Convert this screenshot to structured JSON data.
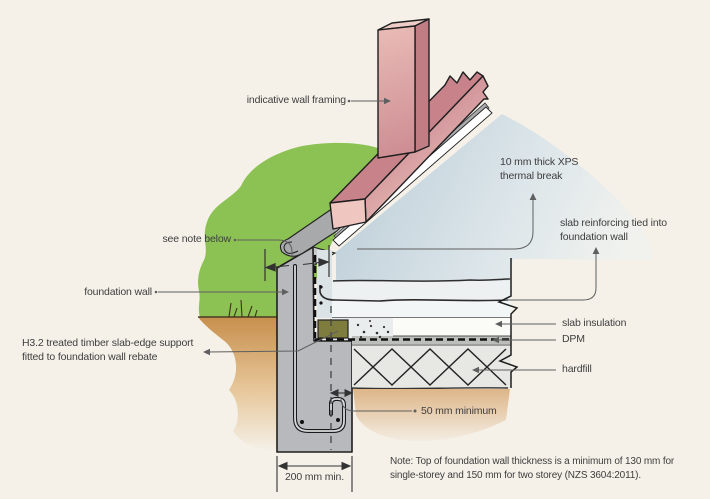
{
  "labels": {
    "wall_framing": "indicative wall framing",
    "thermal_break": "10 mm thick XPS\nthermal break",
    "slab_reinforcing": "slab reinforcing tied into\nfoundation wall",
    "see_note": "see note below",
    "foundation_wall": "foundation wall",
    "timber_support": "H3.2 treated timber slab-edge support\nfitted to foundation wall rebate",
    "slab_insulation": "slab insulation",
    "dpm": "DPM",
    "hardfill": "hardfill",
    "dim_50mm": "50 mm minimum",
    "dim_200mm": "200 mm min.",
    "note": "Note: Top of foundation wall thickness is a minimum of 130 mm for\nsingle-storey and 150 mm for two storey (NZS 3604:2011)."
  },
  "colors": {
    "background": "#f5f1e9",
    "grass": "#8cc153",
    "soil": "#c8904e",
    "framing_pink": "#d0898f",
    "framing_light": "#efc6c0",
    "concrete_gray": "#b7b9bc",
    "flashing_gray": "#a7a9ab",
    "slab_blue": "#c2d2db",
    "timber_olive": "#7f7d3d",
    "insulation_white": "#fbfbf8",
    "outline_dark": "#222222",
    "leader_gray": "#5f5f5f",
    "text": "#3e3e3e"
  }
}
